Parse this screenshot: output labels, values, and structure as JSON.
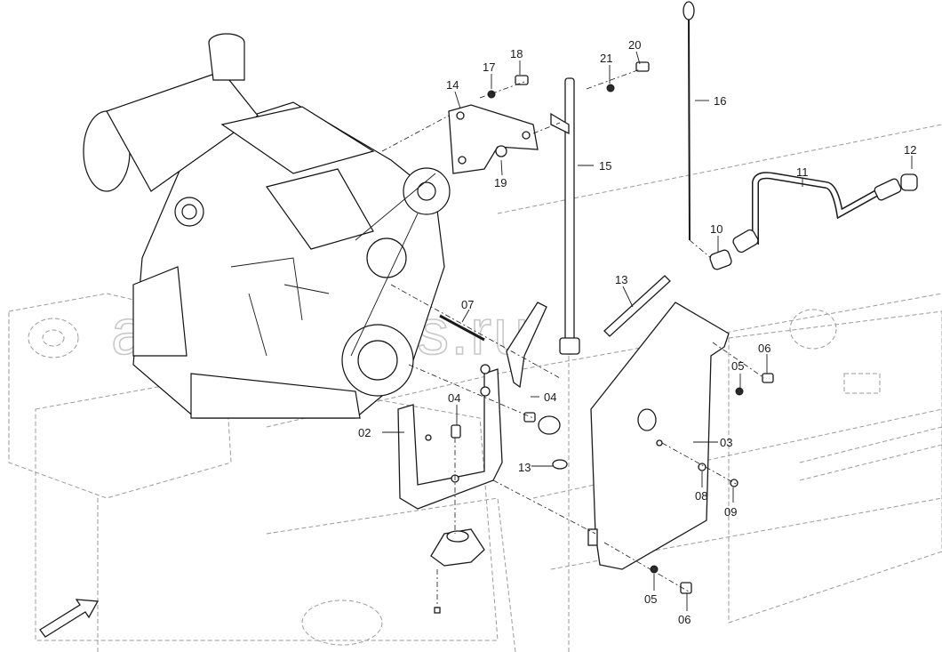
{
  "watermark": "ankat-parts.ru",
  "callouts": {
    "c02": "02",
    "c03": "03",
    "c04a": "04",
    "c04b": "04",
    "c05a": "05",
    "c05b": "05",
    "c06a": "06",
    "c06b": "06",
    "c07": "07",
    "c08": "08",
    "c09": "09",
    "c10": "10",
    "c11": "11",
    "c12": "12",
    "c13a": "13",
    "c13b": "13",
    "c14": "14",
    "c15": "15",
    "c16": "16",
    "c17": "17",
    "c18": "18",
    "c19": "19",
    "c20": "20",
    "c21": "21"
  },
  "icons": {
    "direction": "direction-arrow-icon"
  }
}
